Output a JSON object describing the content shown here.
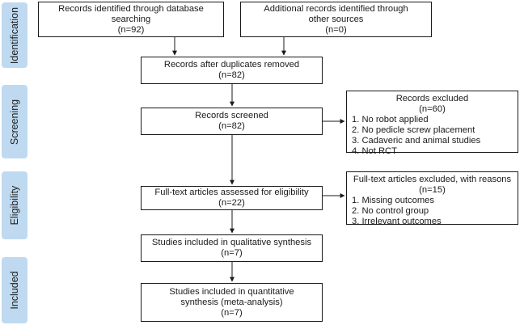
{
  "phases": [
    "Identification",
    "Screening",
    "Eligibility",
    "Included"
  ],
  "boxes": {
    "db_search": {
      "text": "Records identified through database\nsearching",
      "count": "(n=92)"
    },
    "other_sources": {
      "text": "Additional records identified through\nother sources",
      "count": "(n=0)"
    },
    "after_duplicates": {
      "text": "Records after duplicates removed",
      "count": "(n=82)"
    },
    "screened": {
      "text": "Records screened",
      "count": "(n=82)"
    },
    "fulltext": {
      "text": "Full-text articles assessed for eligibility",
      "count": "(n=22)"
    },
    "qualitative": {
      "text": "Studies included in qualitative synthesis",
      "count": "(n=7)"
    },
    "quantitative": {
      "text": "Studies included in quantitative\nsynthesis (meta-analysis)",
      "count": "(n=7)"
    }
  },
  "excluded_records": {
    "title": "Records excluded",
    "count": "(n=60)",
    "reasons": [
      "1. No robot applied",
      "2. No pedicle screw placement",
      "3. Cadaveric and animal studies",
      "4. Not RCT"
    ]
  },
  "excluded_fulltext": {
    "title": "Full-text articles excluded, with reasons",
    "count": "(n=15)",
    "reasons": [
      "1. Missing outcomes",
      "2. No control group",
      "3. Irrelevant outcomes"
    ]
  },
  "colors": {
    "phase_bg": "#bfdaf0",
    "border": "#1a1a1a"
  }
}
